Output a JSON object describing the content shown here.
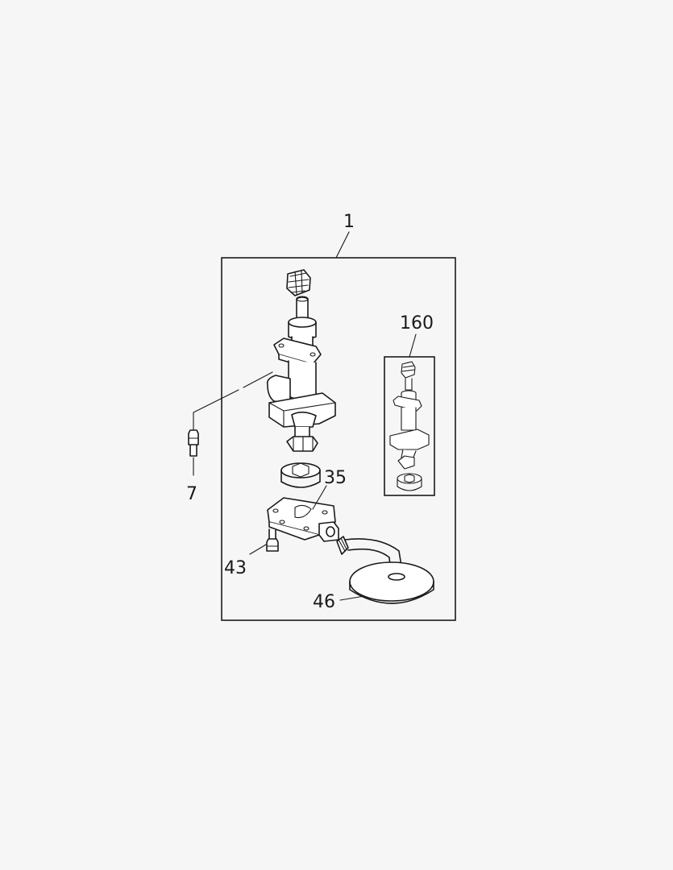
{
  "callouts": {
    "main_assembly": "1",
    "inset_assembly": "160",
    "bolt_left": "7",
    "cover": "35",
    "bolt_cover": "43",
    "strainer": "46"
  },
  "icons": [
    "oil-pump-assembly",
    "drive-gear",
    "shaft",
    "pump-body",
    "rotor",
    "pump-cover",
    "bolt",
    "strainer-pipe"
  ],
  "colors": {
    "background": "#f6f6f6",
    "ink": "#1a1a1a"
  }
}
